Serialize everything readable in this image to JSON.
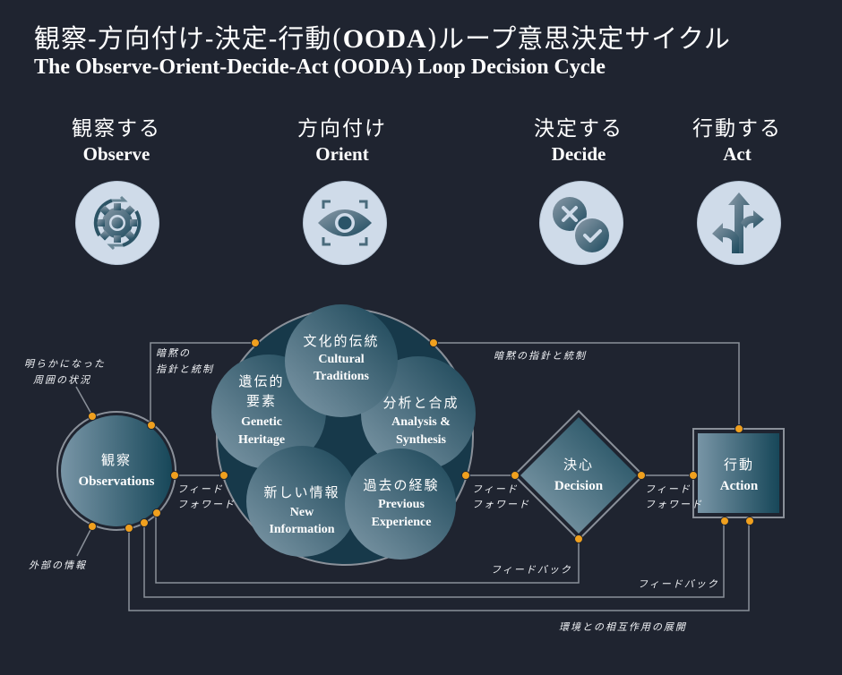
{
  "title": {
    "jp_prefix": "観察-方向付け-決定-行動(",
    "jp_bold": "OODA",
    "jp_suffix": ")ループ意思決定サイクル",
    "en": "The Observe-Orient-Decide-Act (OODA) Loop Decision Cycle"
  },
  "phases": [
    {
      "jp": "観察する",
      "en": "Observe",
      "icon": "gear-cycle-icon"
    },
    {
      "jp": "方向付け",
      "en": "Orient",
      "icon": "eye-focus-icon"
    },
    {
      "jp": "決定する",
      "en": "Decide",
      "icon": "cross-check-icon"
    },
    {
      "jp": "行動する",
      "en": "Act",
      "icon": "split-arrows-icon"
    }
  ],
  "nodes": {
    "observations": {
      "jp": "観察",
      "en": "Observations"
    },
    "decision": {
      "jp": "決心",
      "en": "Decision"
    },
    "action": {
      "jp": "行動",
      "en": "Action"
    }
  },
  "orient_circles": [
    {
      "jp": "文化的伝統",
      "en1": "Cultural",
      "en2": "Traditions"
    },
    {
      "jp1": "遺伝的",
      "jp2": "要素",
      "en1": "Genetic",
      "en2": "Heritage"
    },
    {
      "jp": "分析と合成",
      "en1": "Analysis &",
      "en2": "Synthesis"
    },
    {
      "jp": "新しい情報",
      "en1": "New",
      "en2": "Information"
    },
    {
      "jp": "過去の経験",
      "en1": "Previous",
      "en2": "Experience"
    }
  ],
  "labels": {
    "unfolding_circumstances_1": "明らかになった",
    "unfolding_circumstances_2": "周囲の状況",
    "outside_information": "外部の情報",
    "implicit_guidance_left_1": "暗黙の",
    "implicit_guidance_left_2": "指針と統制",
    "implicit_guidance_top": "暗黙の指針と統制",
    "feed_forward_1": "フィード",
    "feed_forward_2": "フォワード",
    "feedback": "フィードバック",
    "unfolding_interaction": "環境との相互作用の展開"
  },
  "colors": {
    "background": "#1f2430",
    "connector_dot": "#f0a01e",
    "line": "#8a9099",
    "node_dark": "#1b4a5e",
    "node_light": "#7a97a8",
    "icon_bg": "#cfdbe9"
  }
}
